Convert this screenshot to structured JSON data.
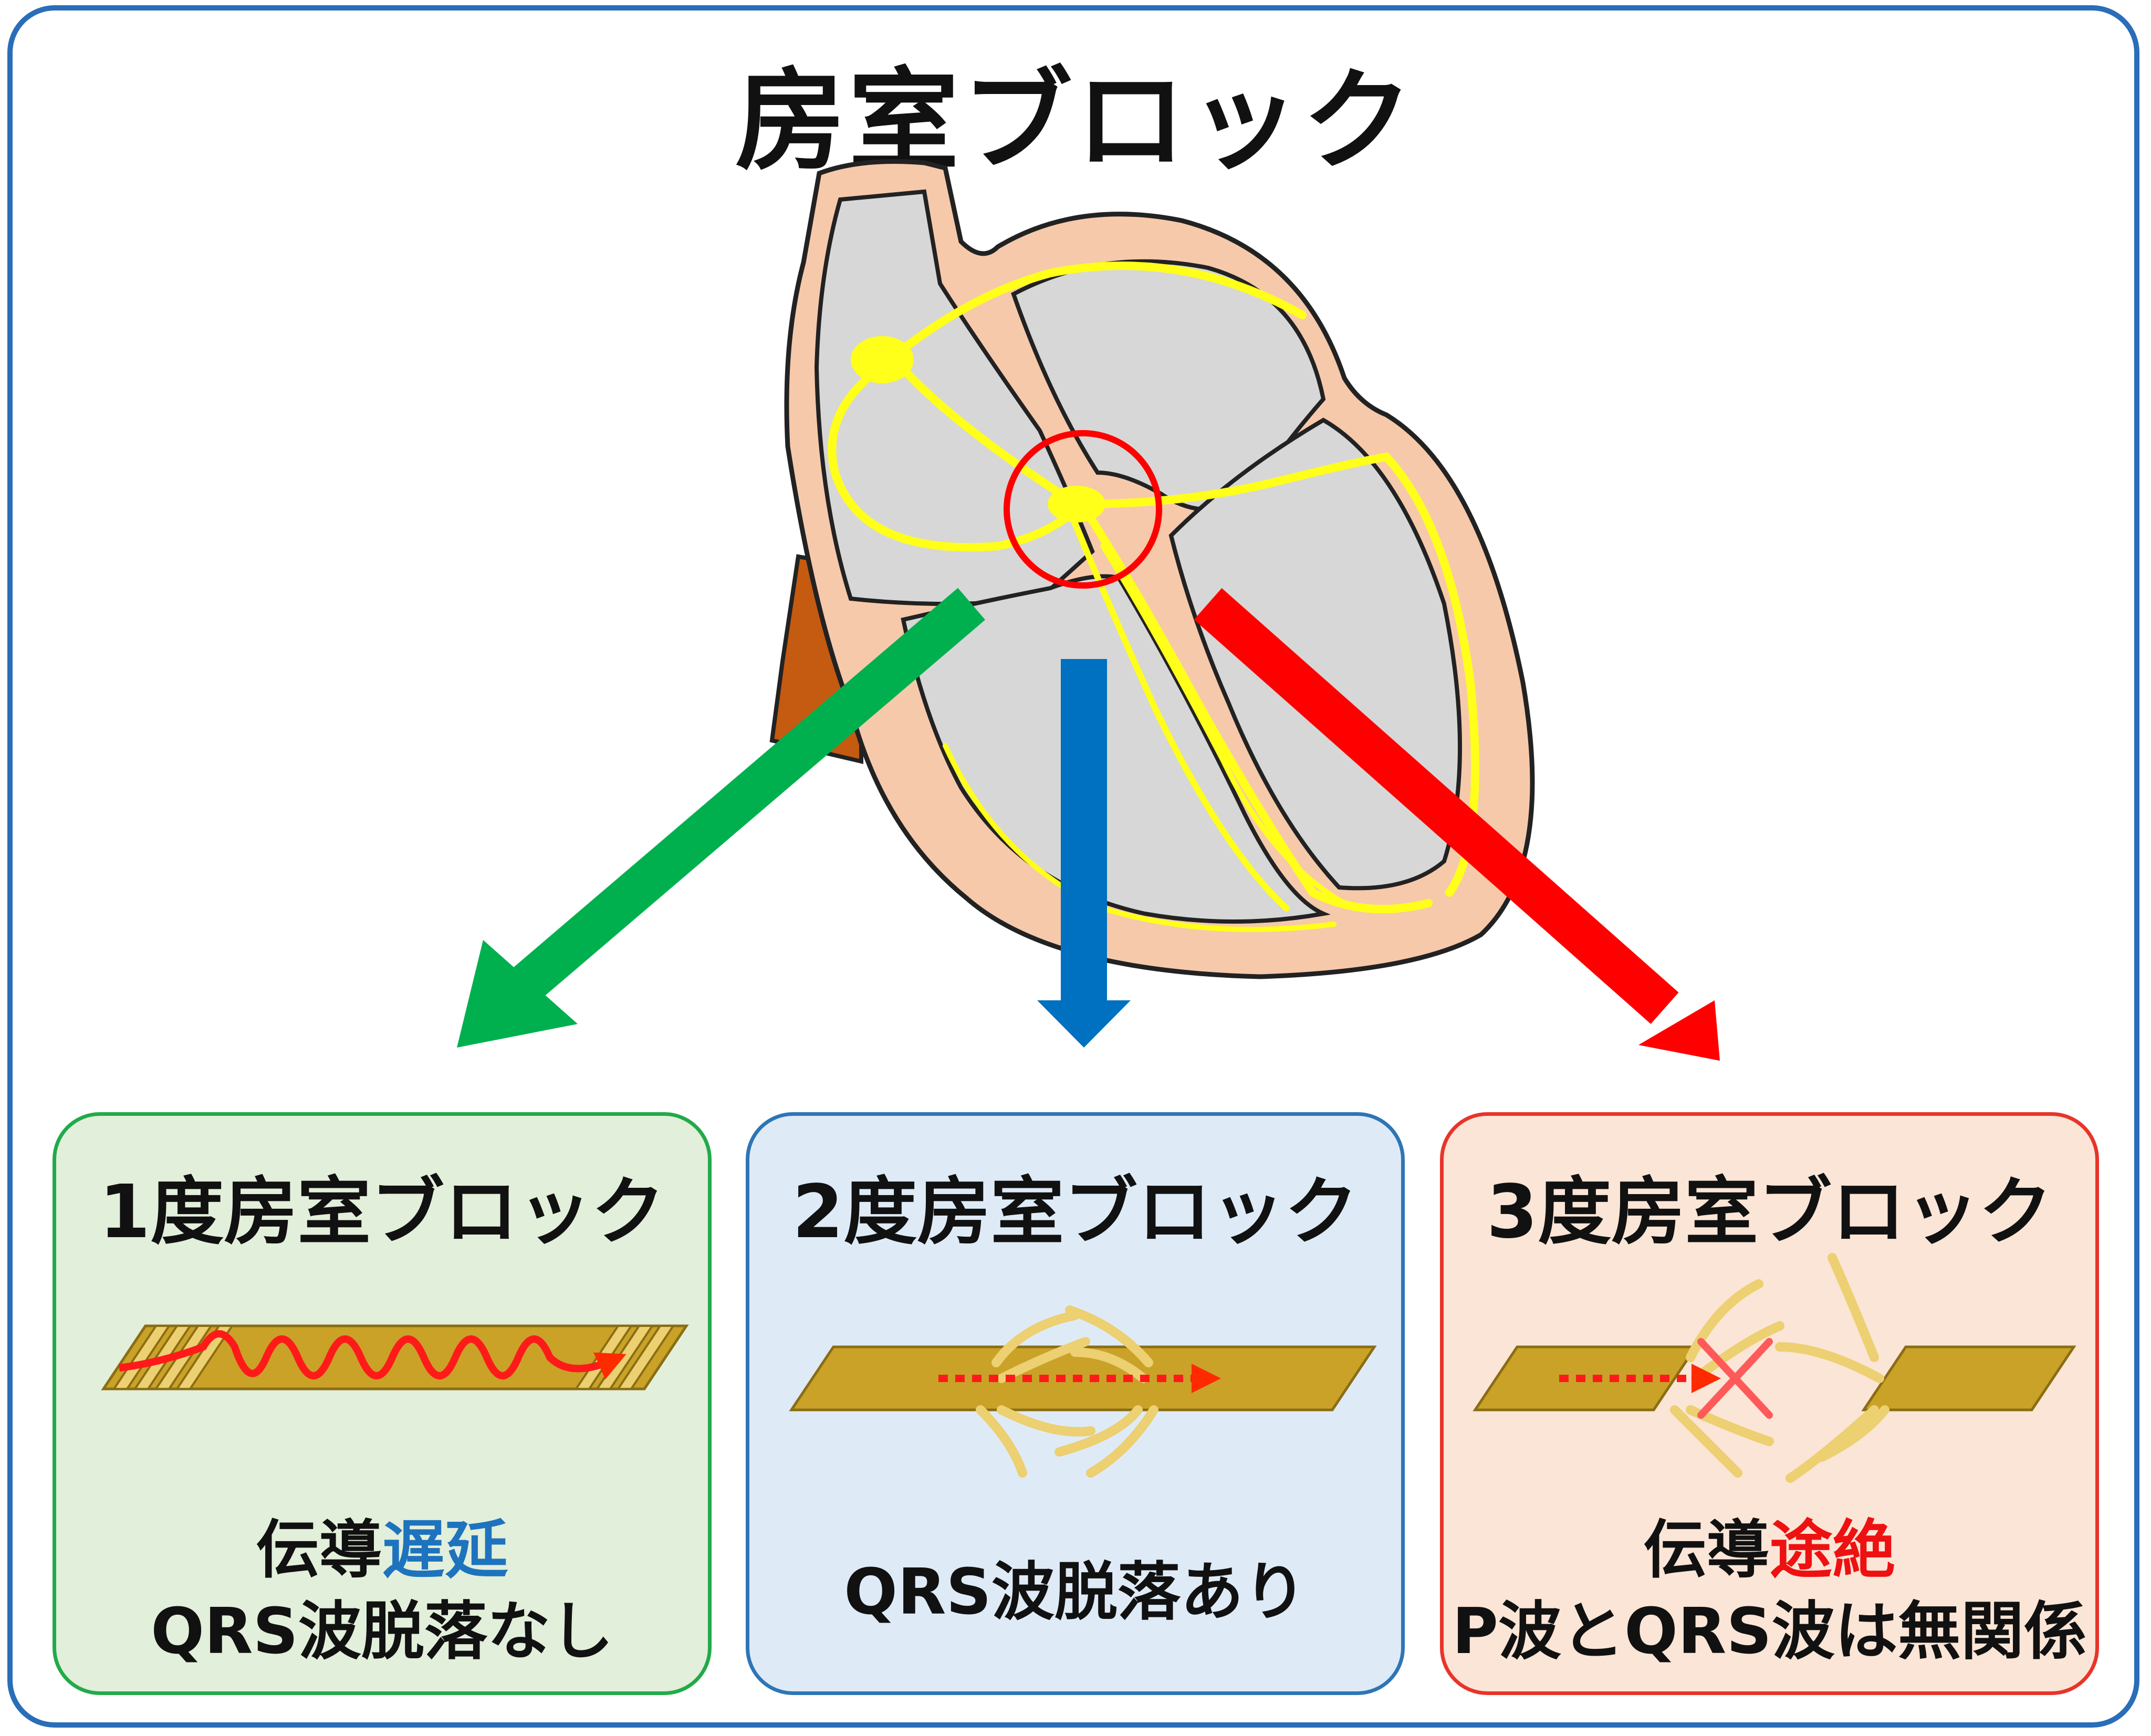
{
  "title": "房室ブロック",
  "colors": {
    "frame": "#2a6db8",
    "heart_wall": "#f6c9ab",
    "heart_chamber": "#d7d7d7",
    "conduction": "#ffff1a",
    "vessel": "#c55a11",
    "arrow_first": "#00b04f",
    "arrow_second": "#0070c0",
    "arrow_third": "#ff0000",
    "highlight_circle": "#ff0000"
  },
  "panels": [
    {
      "heading": "1度房室ブロック",
      "line1_pre": "伝導",
      "line1_accent": "遅延",
      "line2": "QRS波脱落なし",
      "bg": "#e2efda",
      "border": "#22aa4a"
    },
    {
      "heading": "2度房室ブロック",
      "line1": "QRS波脱落あり",
      "bg": "#deebf7",
      "border": "#2e75b6"
    },
    {
      "heading": "3度房室ブロック",
      "line1_pre": "伝導",
      "line1_accent": "途絶",
      "line2": "P波とQRS波は無関係",
      "bg": "#fbe5d6",
      "border": "#e8342a"
    }
  ]
}
